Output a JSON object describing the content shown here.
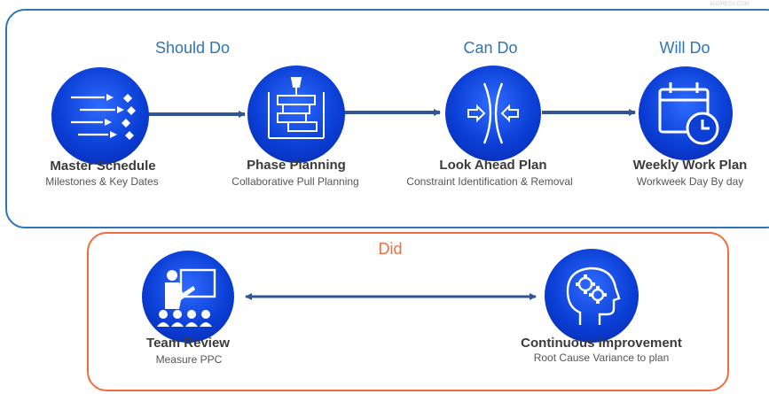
{
  "watermark": "ADDRESS.COM",
  "phases": {
    "should": "Should Do",
    "can": "Can Do",
    "will": "Will Do",
    "did": "Did"
  },
  "nodes": [
    {
      "title": "Master Schedule",
      "subtitle": "Milestones & Key Dates",
      "icon": "milestones-icon"
    },
    {
      "title": "Phase Planning",
      "subtitle": "Collaborative Pull Planning",
      "icon": "pull-planning-icon"
    },
    {
      "title": "Look Ahead Plan",
      "subtitle": "Constraint Identification & Removal",
      "icon": "constraint-icon"
    },
    {
      "title": "Weekly Work Plan",
      "subtitle": "Workweek Day By day",
      "icon": "calendar-clock-icon"
    },
    {
      "title": "Team Review",
      "subtitle": "Measure PPC",
      "icon": "presentation-icon"
    },
    {
      "title": "Continuous Improvement",
      "subtitle": "Root Cause Variance to plan",
      "icon": "head-gears-icon"
    }
  ],
  "colors": {
    "top_frame": "#2e75b6",
    "bottom_frame": "#f26d3d",
    "node_blue": "#0b3fd6",
    "arrow": "#2f5597"
  }
}
